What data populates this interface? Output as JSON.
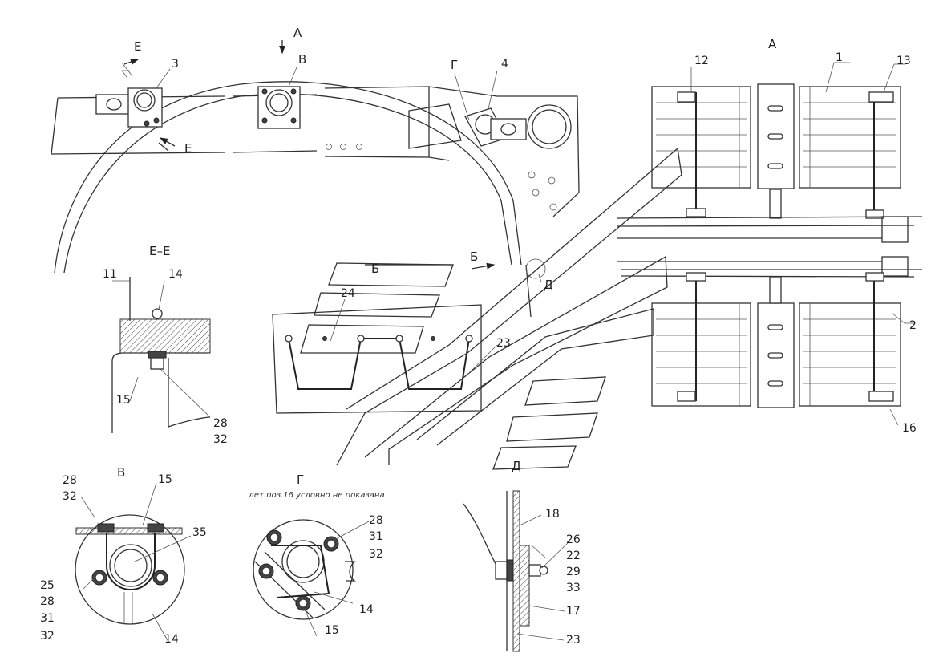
{
  "views": {
    "a": "А",
    "b": "Б",
    "v": "В",
    "g": "Г",
    "d": "Д",
    "ee": "Е–Е",
    "e": "Е"
  },
  "note_g": "дет.поз.16 условно не показана",
  "callouts": {
    "n1": "1",
    "n2": "2",
    "n3": "3",
    "n4": "4",
    "n11": "11",
    "n12": "12",
    "n13": "13",
    "n14": "14",
    "n15": "15",
    "n16": "16",
    "n17": "17",
    "n18": "18",
    "n22": "22",
    "n23": "23",
    "n24": "24",
    "n25": "25",
    "n26": "26",
    "n28": "28",
    "n29": "29",
    "n31": "31",
    "n32": "32",
    "n33": "33",
    "n35": "35"
  }
}
